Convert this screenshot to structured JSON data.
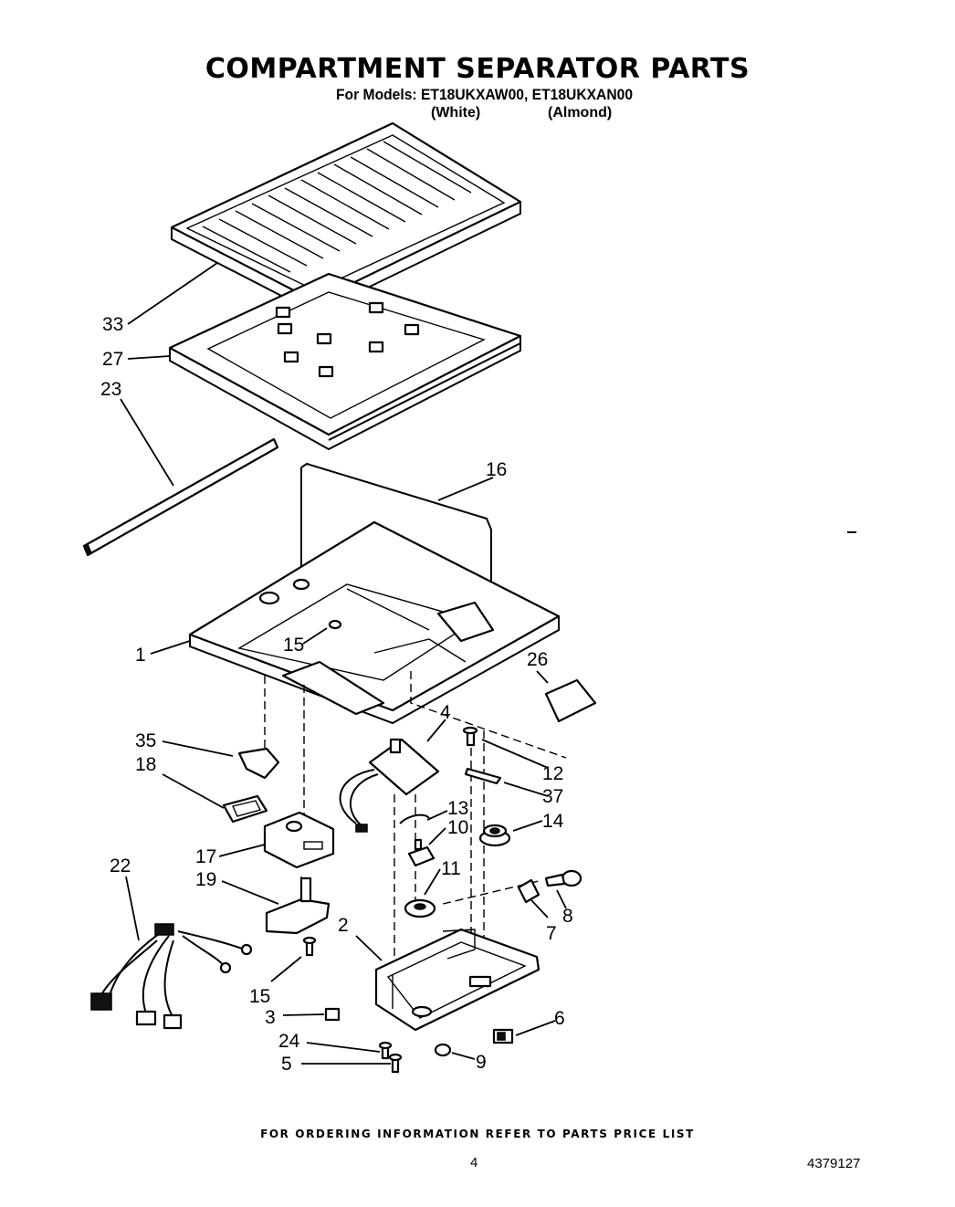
{
  "header": {
    "title": "COMPARTMENT SEPARATOR PARTS",
    "models_line": "For Models: ET18UKXAW00, ET18UKXAN00",
    "variants": [
      "(White)",
      "(Almond)"
    ]
  },
  "callouts": [
    "33",
    "27",
    "23",
    "16",
    "1",
    "15",
    "26",
    "4",
    "35",
    "18",
    "12",
    "37",
    "13",
    "10",
    "14",
    "17",
    "22",
    "19",
    "11",
    "8",
    "7",
    "2",
    "15",
    "3",
    "6",
    "24",
    "9",
    "5"
  ],
  "footer": {
    "ordering_note": "FOR ORDERING INFORMATION REFER TO PARTS PRICE LIST",
    "page_number": "4",
    "document_number": "4379127"
  }
}
